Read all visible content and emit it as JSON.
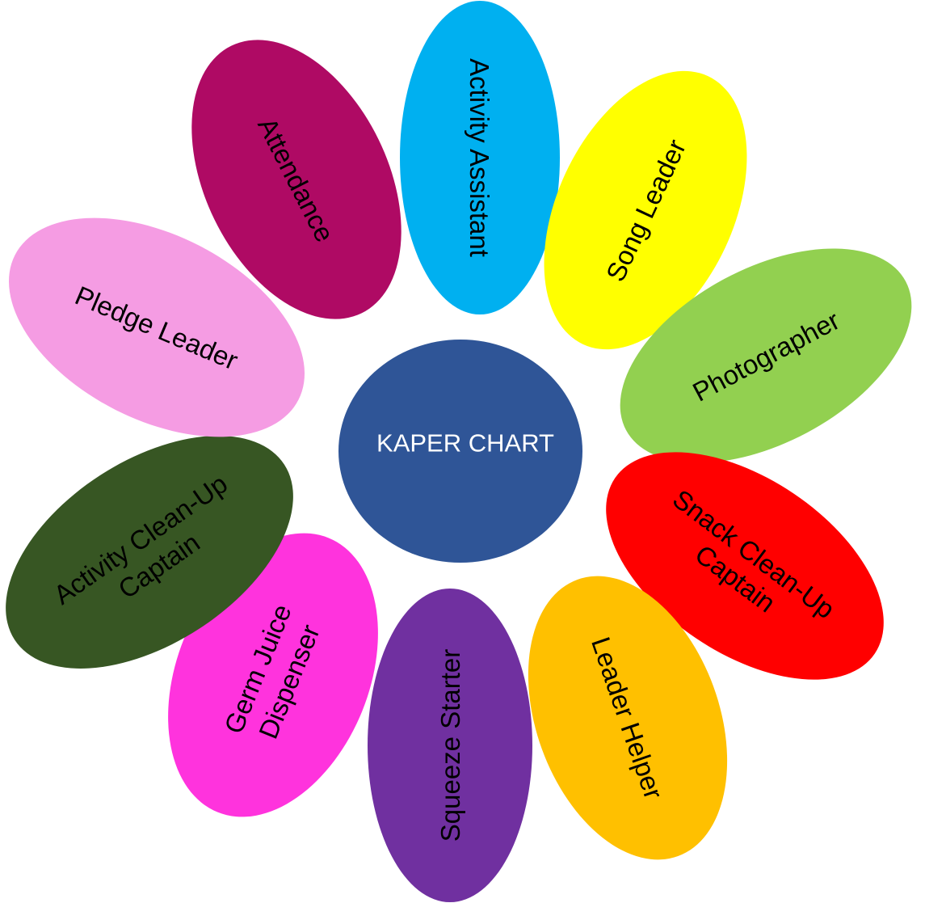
{
  "center": {
    "label": "KAPER CHART",
    "color": "#2F5597"
  },
  "petals": [
    {
      "id": "activity-assistant",
      "lines": [
        "Activity Assistant"
      ],
      "color": "#00B0F0"
    },
    {
      "id": "song-leader",
      "lines": [
        "Song Leader"
      ],
      "color": "#FFFF00"
    },
    {
      "id": "photographer",
      "lines": [
        "Photographer"
      ],
      "color": "#92D050"
    },
    {
      "id": "snack-clean-up-captain",
      "lines": [
        "Snack Clean-Up",
        "Captain"
      ],
      "color": "#FF0000"
    },
    {
      "id": "leader-helper",
      "lines": [
        "Leader Helper"
      ],
      "color": "#FFC000"
    },
    {
      "id": "squeeze-starter",
      "lines": [
        "Squeeze Starter"
      ],
      "color": "#7030A0"
    },
    {
      "id": "germ-juice-dispenser",
      "lines": [
        "Germ Juice",
        "Dispenser"
      ],
      "color": "#FF33DD"
    },
    {
      "id": "activity-clean-up-captain",
      "lines": [
        "Activity Clean-Up",
        "Captain"
      ],
      "color": "#375623"
    },
    {
      "id": "pledge-leader",
      "lines": [
        "Pledge Leader"
      ],
      "color": "#F59CE3"
    },
    {
      "id": "attendance",
      "lines": [
        "Attendance"
      ],
      "color": "#AF0A64"
    }
  ]
}
